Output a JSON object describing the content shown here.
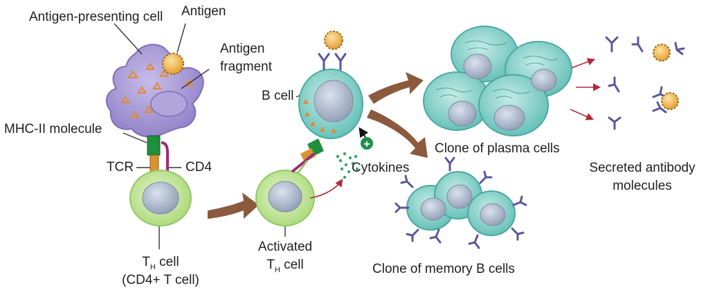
{
  "labels": {
    "antigen_presenting_cell": "Antigen-presenting cell",
    "antigen": "Antigen",
    "antigen_fragment_1": "Antigen",
    "antigen_fragment_2": "fragment",
    "mhc_ii": "MHC-II molecule",
    "tcr": "TCR",
    "cd4": "CD4",
    "th_cell_prefix": "T",
    "th_cell_sub": "H",
    "th_cell_suffix": " cell",
    "th_cell_note": "(CD4+ T cell)",
    "activated_1": "Activated",
    "activated_prefix": "T",
    "activated_sub": "H",
    "activated_suffix": " cell",
    "b_cell": "B cell",
    "cytokines": "Cytokines",
    "plasma": "Clone of plasma cells",
    "memory": "Clone of memory B cells",
    "secreted_1": "Secreted antibody",
    "secreted_2": "molecules",
    "plus_sign": "+"
  },
  "colors": {
    "apc": "#a99bd6",
    "apc_dark": "#7e6fb8",
    "tcell": "#c4e79a",
    "tcell_edge": "#92c866",
    "nucleus": "#a9b4c7",
    "bcell": "#8fd6cf",
    "bcell_edge": "#4aa9a2",
    "antibody": "#58569a",
    "antigen": "#f2b445",
    "antigen_edge": "#9a6a1e",
    "arrow_brown": "#8b5a3c",
    "arrow_red": "#b32a3a",
    "mhc_green": "#1f8f3c",
    "tcr_orange": "#d89432",
    "cd4_magenta": "#a0297c",
    "cytokine": "#3aa56f",
    "plus": "#1c8f4c",
    "fragment": "#e08a2c"
  }
}
